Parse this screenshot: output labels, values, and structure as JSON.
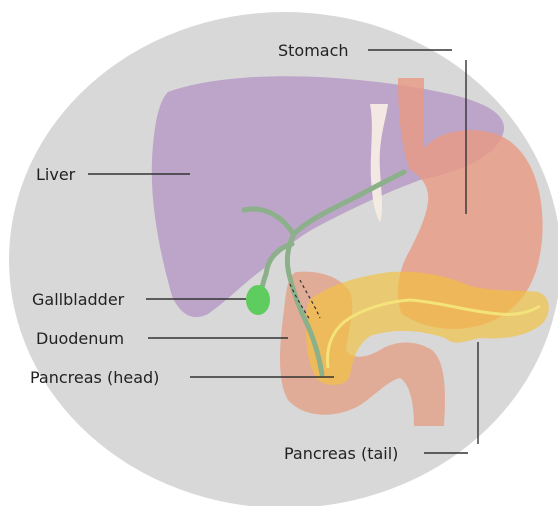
{
  "diagram": {
    "labels": {
      "stomach": "Stomach",
      "liver": "Liver",
      "gallbladder": "Gallbladder",
      "duodenum": "Duodenum",
      "pancreas_head": "Pancreas (head)",
      "pancreas_tail": "Pancreas (tail)"
    },
    "colors": {
      "background_disc": "#d8d8d8",
      "liver": "#b79cc7",
      "stomach": "#e89a82",
      "duodenum": "#e3a48c",
      "pancreas": "#f3c23c",
      "pancreatic_duct": "#f4e27a",
      "bile_duct": "#8bb08a",
      "gallbladder": "#5fcc5f",
      "ligament": "#f6ece4",
      "leader_line": "#333333"
    }
  }
}
